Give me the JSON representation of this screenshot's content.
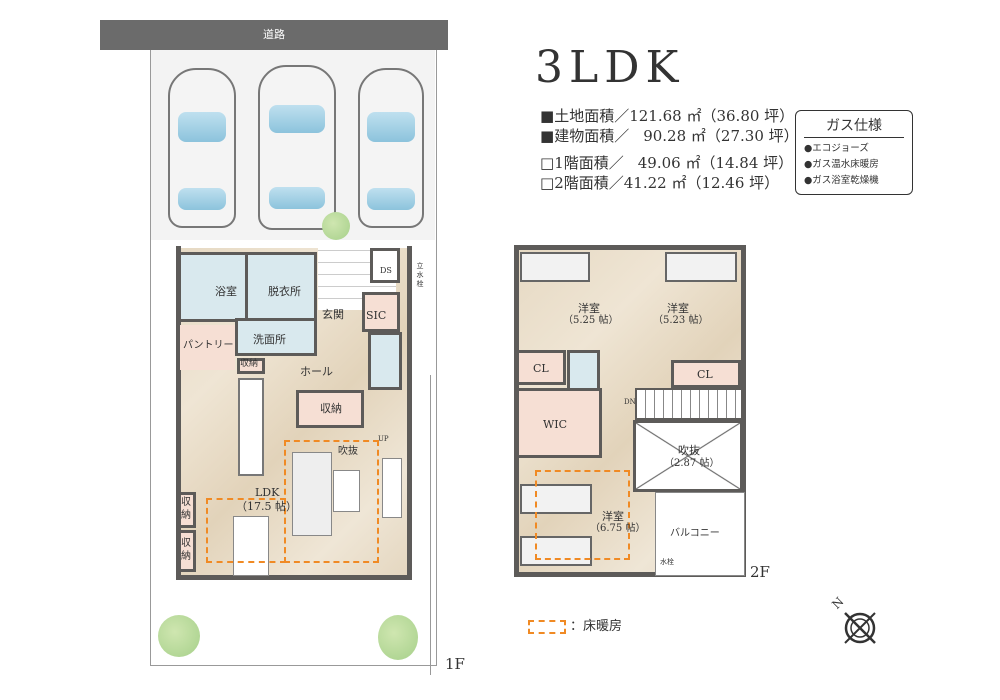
{
  "title": "3LDK",
  "road_label": "道路",
  "area_info": [
    {
      "marker": "■",
      "label": "土地面積／",
      "sqm": "121.68 ㎡",
      "tsubo": "（36.80 坪）"
    },
    {
      "marker": "■",
      "label": "建物面積／",
      "sqm": "90.28 ㎡",
      "tsubo": "（27.30 坪）"
    },
    {
      "marker": "□",
      "label": "1階面積／",
      "sqm": "49.06 ㎡",
      "tsubo": "（14.84 坪）"
    },
    {
      "marker": "□",
      "label": "2階面積／",
      "sqm": "41.22 ㎡",
      "tsubo": "（12.46 坪）"
    }
  ],
  "gas_spec": {
    "title": "ガス仕様",
    "items": [
      "●エコジョーズ",
      "●ガス温水床暖房",
      "●ガス浴室乾燥機"
    ]
  },
  "floor1": {
    "label": "1F",
    "rooms": {
      "bath": "浴室",
      "dressing": "脱衣所",
      "washroom": "洗面所",
      "entrance": "玄関",
      "sic": "SIC",
      "ds": "DS",
      "faucet": "立水栓",
      "pantry": "パントリー",
      "storage_small": "収納",
      "hall": "ホール",
      "storage": "収納",
      "atrium": "吹抜",
      "up": "UP",
      "ldk": "LDK",
      "ldk_size": "（17.5 帖）",
      "storage_side1": "収納",
      "storage_side2": "収納"
    }
  },
  "floor2": {
    "label": "2F",
    "rooms": {
      "room1": "洋室",
      "room1_size": "（5.25 帖）",
      "room2": "洋室",
      "room2_size": "（5.23 帖）",
      "cl1": "CL",
      "cl2": "CL",
      "wic": "WIC",
      "dn": "DN",
      "atrium": "吹抜",
      "atrium_size": "（2.87 帖）",
      "room3": "洋室",
      "room3_size": "（6.75 帖）",
      "balcony": "バルコニー",
      "faucet": "水栓"
    }
  },
  "legend": {
    "label": "：床暖房"
  },
  "compass": "N",
  "colors": {
    "floor_heating": "#f08a24",
    "wall": "#5d5b59",
    "road": "#6b6b6b"
  }
}
